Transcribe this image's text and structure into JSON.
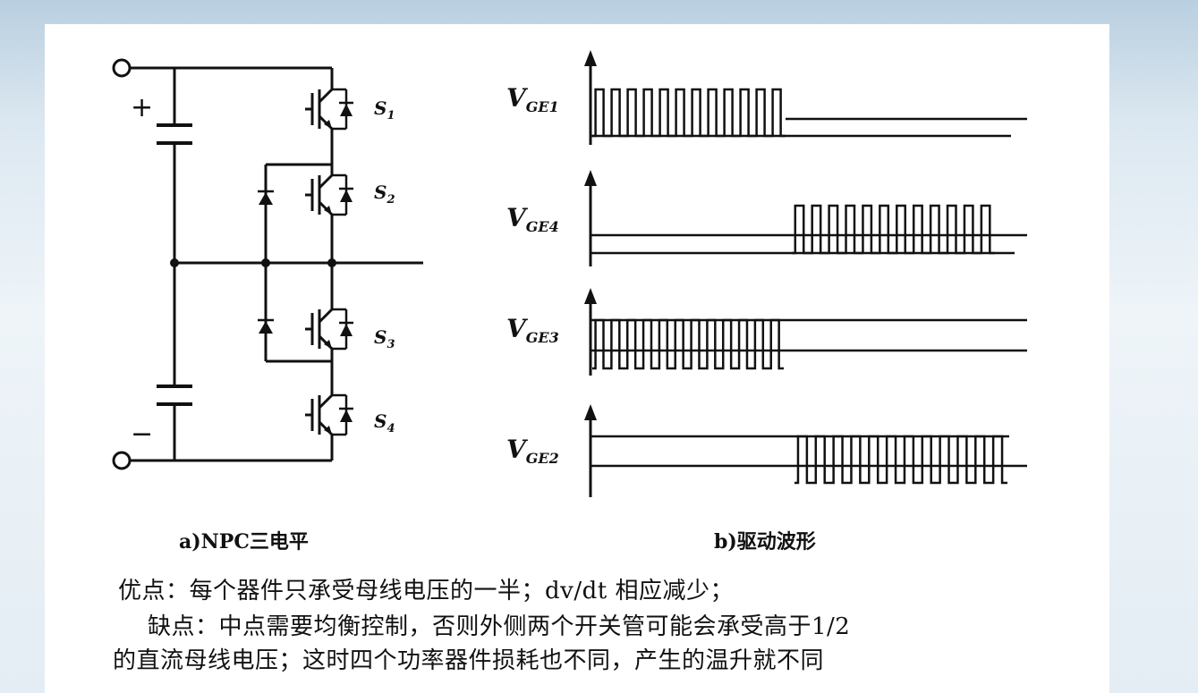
{
  "circuit": {
    "switches": [
      {
        "letter": "S",
        "sub": "1"
      },
      {
        "letter": "S",
        "sub": "2"
      },
      {
        "letter": "S",
        "sub": "3"
      },
      {
        "letter": "S",
        "sub": "4"
      }
    ],
    "plus": "+",
    "minus": "−",
    "caption": "a)NPC三电平"
  },
  "waveforms": {
    "rows": [
      {
        "main": "V",
        "sub": "GE1"
      },
      {
        "main": "V",
        "sub": "GE4"
      },
      {
        "main": "V",
        "sub": "GE3"
      },
      {
        "main": "V",
        "sub": "GE2"
      }
    ],
    "caption": "b)驱动波形"
  },
  "notes": {
    "line1": "优点：每个器件只承受母线电压的一半；dv/dt 相应减少；",
    "line2": "缺点：中点需要均衡控制，否则外侧两个开关管可能会承受高于1/2",
    "line3": "的直流母线电压；这时四个功率器件损耗也不同，产生的温升就不同"
  }
}
